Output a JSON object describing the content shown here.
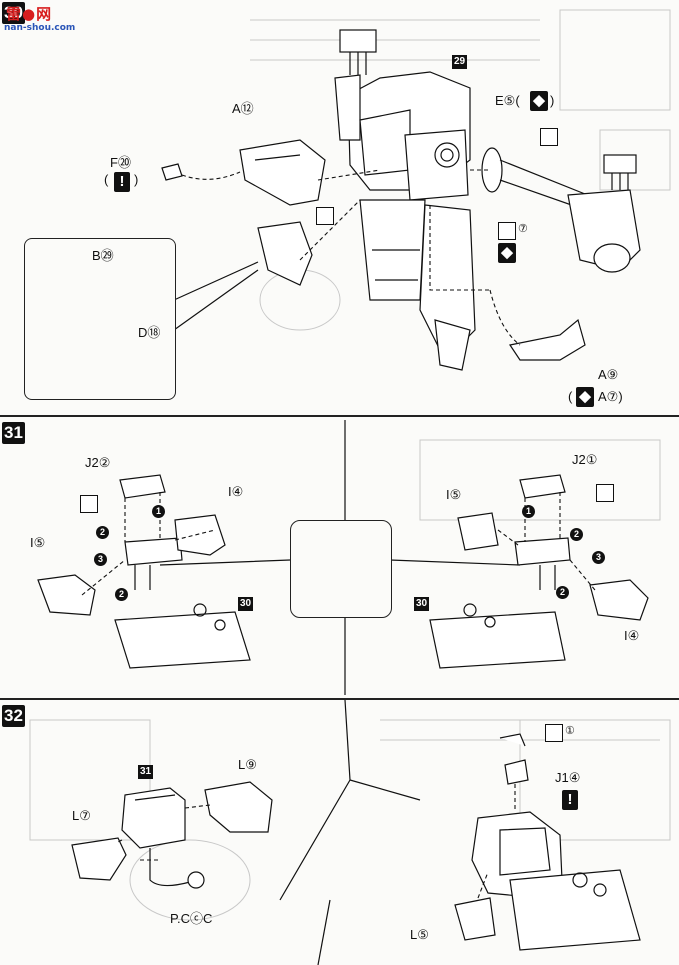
{
  "watermark": {
    "logo": "雷●网",
    "url": "nan-shou.com"
  },
  "steps": {
    "step30": {
      "number": "30",
      "ref": "29",
      "labels": {
        "a12": "A⑫",
        "f20": "F⑳",
        "e5": "E⑤(",
        "e5_close": ")",
        "b29": "B㉙",
        "d18": "D⑱",
        "a9": "A⑨",
        "a7": "A⑦)",
        "a7_open": "(",
        "f_open": "(",
        "f_close": ")",
        "sticker7": "⑦"
      }
    },
    "step31": {
      "number": "31",
      "ref": "30",
      "labels": {
        "j2_2": "J2②",
        "j2_1": "J2①",
        "i4_left": "I④",
        "i5_left": "I⑤",
        "i5_right": "I⑤",
        "i4_right": "I④"
      },
      "order": [
        "1",
        "2",
        "3",
        "2"
      ]
    },
    "step32": {
      "number": "32",
      "ref": "31",
      "labels": {
        "l9": "L⑨",
        "l7": "L⑦",
        "pc": "P.CⓒC",
        "j1_4": "J1④",
        "l5": "L⑤",
        "sticker_i": "①"
      }
    }
  }
}
